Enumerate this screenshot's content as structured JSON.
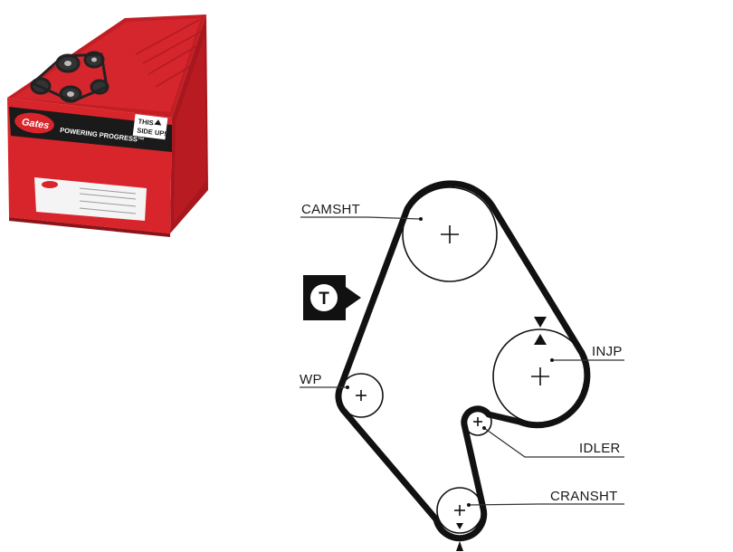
{
  "product_box": {
    "brand": "Gates",
    "tagline": "POWERING PROGRESS™",
    "orientation_label_1": "THIS",
    "orientation_label_2": "SIDE UP!",
    "colors": {
      "red": "#d8252b",
      "dark_red": "#9e151a",
      "black": "#1a1a1a",
      "white": "#ffffff"
    }
  },
  "diagram": {
    "labels": {
      "camshaft": "CAMSHT",
      "water_pump": "WP",
      "injection_pump": "INJP",
      "idler": "IDLER",
      "crankshaft": "CRANSHT",
      "tensioner": "T"
    },
    "icons": {
      "pulley_center": "plus-icon",
      "timing_mark": "triangle-marker-icon",
      "tensioner": "tensioner-symbol-icon"
    },
    "colors": {
      "belt": "#111111",
      "line": "#333333"
    }
  }
}
